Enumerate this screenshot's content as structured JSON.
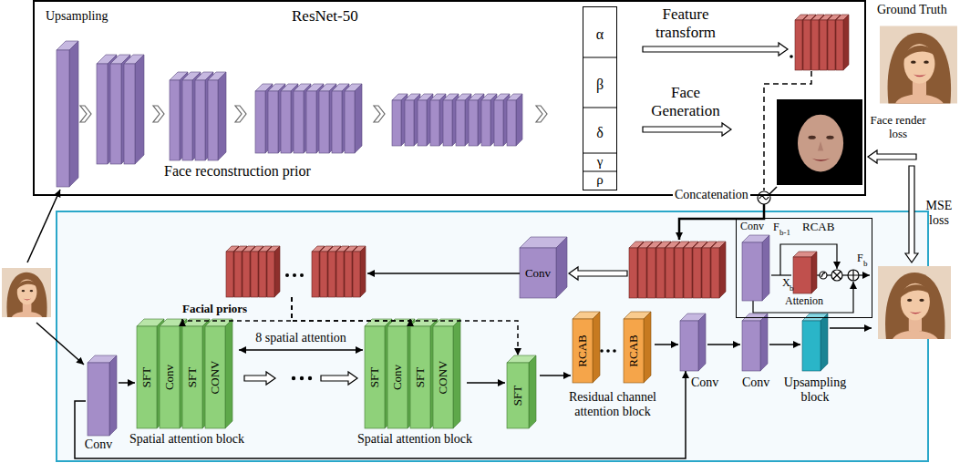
{
  "diagram": {
    "nodes": [
      {
        "text": [
          "ResNet-50",
          "Face reconstruction prior"
        ]
      },
      {
        "text": [
          "α",
          "β",
          "δ",
          "γ",
          "ρ"
        ],
        "in": 0
      },
      {
        "text": [
          "Conv"
        ]
      },
      {
        "text": [
          "Facial priors"
        ]
      },
      {
        "text": [
          "RCAB"
        ]
      },
      {
        "text": [
          "Conv"
        ],
        "in": 4
      },
      {
        "text": [
          "Attenion"
        ],
        "in": 4
      },
      {
        "text": [
          "Conv"
        ]
      },
      {
        "text": [
          "SFT",
          "Conv",
          "SFT",
          "CONV",
          "Spatial attention block"
        ]
      },
      {
        "text": [
          "SFT",
          "Conv",
          "SFT",
          "CONV",
          "Spatial attention block"
        ]
      },
      {
        "text": [
          "SFT"
        ]
      },
      {
        "text": [
          "RCAB",
          "RCAB",
          "Residual channel attention block"
        ]
      },
      {
        "text": [
          "Conv"
        ]
      },
      {
        "text": [
          "Conv"
        ]
      },
      {
        "text": [
          "Upsampling block"
        ]
      }
    ],
    "edges": [
      {
        "from": 2,
        "to": 3,
        "arrow": "to"
      },
      {
        "from": 3,
        "to": 8,
        "arrow": "to"
      },
      {
        "from": 3,
        "to": 9,
        "arrow": "to"
      },
      {
        "from": 3,
        "to": 10,
        "arrow": "to"
      },
      {
        "from": 5,
        "to": 6,
        "arrow": "none"
      },
      {
        "from": 7,
        "to": 8,
        "arrow": "to"
      },
      {
        "from": 8,
        "to": 9,
        "label": "8 spatial attention",
        "arrow": "both"
      },
      {
        "from": 9,
        "to": 10,
        "arrow": "to"
      },
      {
        "from": 10,
        "to": 11,
        "arrow": "to"
      },
      {
        "from": 11,
        "to": 12,
        "arrow": "to"
      },
      {
        "from": 7,
        "to": 12,
        "arrow": "to"
      },
      {
        "from": 12,
        "to": 13,
        "arrow": "to"
      },
      {
        "from": 13,
        "to": 14,
        "arrow": "to"
      }
    ],
    "labels": [
      "Upsampling",
      "Feature transform",
      "Face Generation",
      "Concatenation",
      "Ground Truth",
      "Face render loss",
      "MSE loss",
      "F",
      "b-1",
      "X",
      "b",
      "F",
      "b"
    ]
  }
}
